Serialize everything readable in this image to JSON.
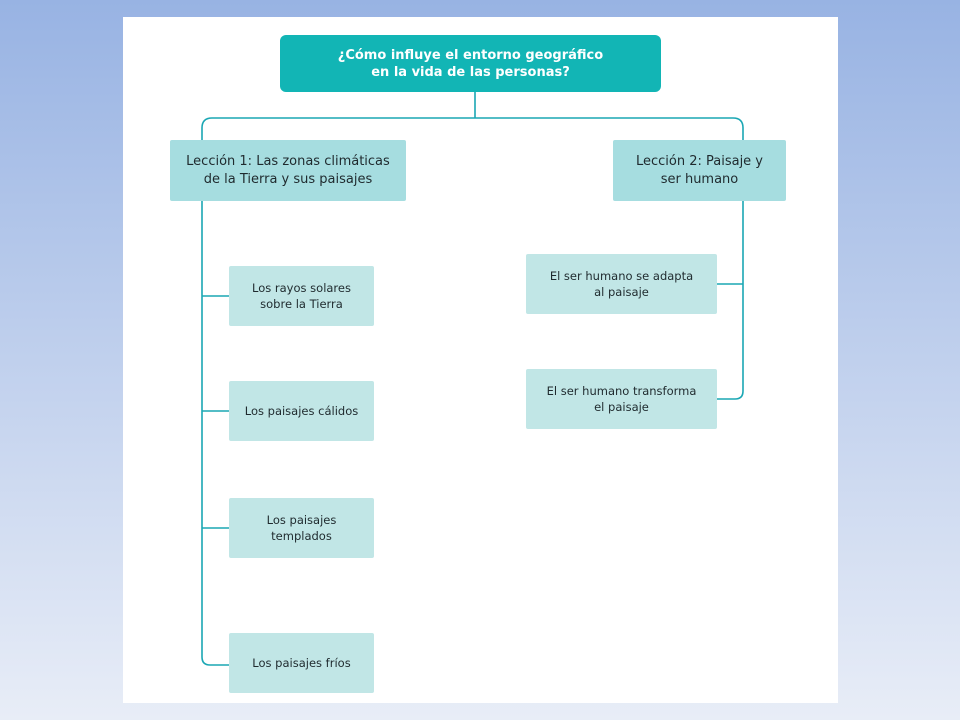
{
  "colors": {
    "background_top": "#98b3e3",
    "background_bottom": "#e8edf7",
    "root_bg": "#12b5b5",
    "lesson_bg": "#a6dde0",
    "topic_bg": "#c1e6e6",
    "connector": "#1aa7b4"
  },
  "diagram": {
    "root": "¿Cómo influye el entorno geográfico\nen la vida de las personas?",
    "lessons": [
      {
        "label": "Lección 1: Las zonas climáticas\nde la Tierra y sus paisajes",
        "topics": [
          "Los rayos solares\nsobre la Tierra",
          "Los paisajes cálidos",
          "Los paisajes\ntemplados",
          "Los paisajes fríos"
        ]
      },
      {
        "label": "Lección 2: Paisaje y\nser humano",
        "topics": [
          "El ser humano se adapta\nal paisaje",
          "El ser humano transforma\nel paisaje"
        ]
      }
    ]
  }
}
